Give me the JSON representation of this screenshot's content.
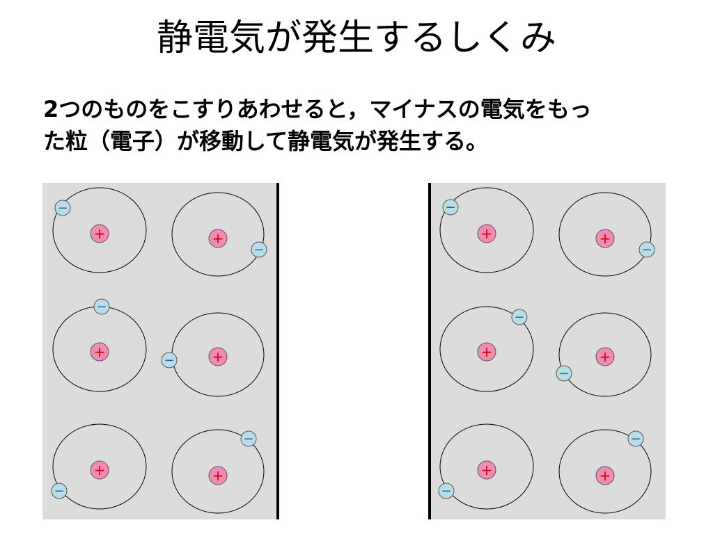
{
  "slide": {
    "title": "静電気が発生するしくみ",
    "description_lines": [
      "2つのものをこすりあわせると，マイナスの電気をもっ",
      "た粒（電子）が移動して静電気が発生する。"
    ]
  },
  "symbols": {
    "nucleus": "+",
    "electron": "−"
  },
  "colors": {
    "panel": "#dcdcdc",
    "nucleus_fill": "#f08cb4",
    "nucleus_sign": "#cc0000",
    "electron_fill": "#b8dde6",
    "electron_sign": "#2060a0",
    "orbit": "#000000",
    "divider": "#000000"
  }
}
